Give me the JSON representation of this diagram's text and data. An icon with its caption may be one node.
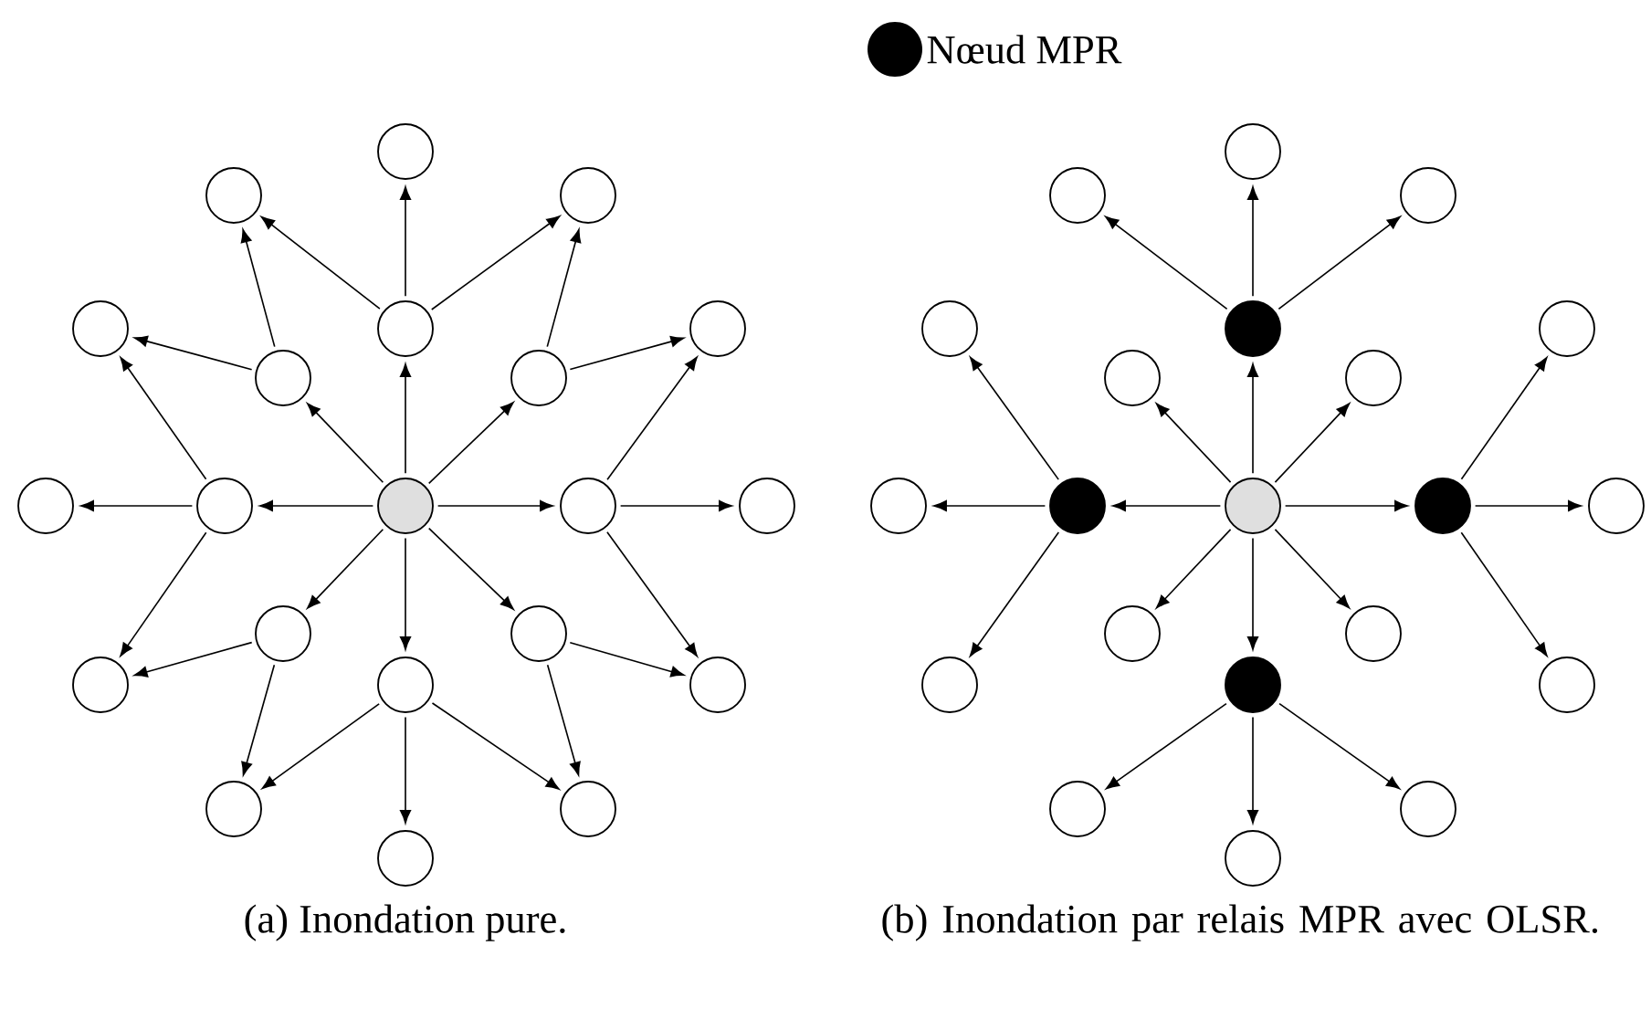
{
  "diagram": {
    "nodes": [
      {
        "text": [],
        "shape": "circle"
      },
      {
        "text": [],
        "shape": "circle"
      },
      {
        "text": [],
        "shape": "circle"
      },
      {
        "text": [],
        "shape": "circle"
      },
      {
        "text": [],
        "shape": "circle"
      },
      {
        "text": [],
        "shape": "circle"
      },
      {
        "text": [],
        "shape": "circle"
      },
      {
        "text": [],
        "shape": "circle"
      },
      {
        "text": [],
        "shape": "circle"
      },
      {
        "text": [],
        "shape": "circle"
      },
      {
        "text": [],
        "shape": "circle"
      },
      {
        "text": [],
        "shape": "circle"
      },
      {
        "text": [],
        "shape": "circle"
      },
      {
        "text": [],
        "shape": "circle"
      },
      {
        "text": [],
        "shape": "circle"
      },
      {
        "text": [],
        "shape": "circle"
      },
      {
        "text": [],
        "shape": "circle"
      },
      {
        "text": [],
        "shape": "circle"
      },
      {
        "text": [],
        "shape": "circle"
      },
      {
        "text": [],
        "shape": "circle"
      },
      {
        "text": [],
        "shape": "circle"
      },
      {
        "text": [],
        "shape": "circle"
      },
      {
        "text": [],
        "shape": "circle"
      },
      {
        "text": [],
        "shape": "circle"
      },
      {
        "text": [],
        "shape": "circle"
      },
      {
        "text": [],
        "shape": "circle"
      },
      {
        "text": [],
        "shape": "circle"
      },
      {
        "text": [],
        "shape": "circle"
      },
      {
        "text": [],
        "shape": "circle"
      },
      {
        "text": [],
        "shape": "circle"
      },
      {
        "text": [],
        "shape": "circle"
      },
      {
        "text": [],
        "shape": "circle"
      },
      {
        "text": [],
        "shape": "circle"
      },
      {
        "text": [],
        "shape": "circle"
      },
      {
        "text": [],
        "shape": "circle"
      },
      {
        "text": [],
        "shape": "circle"
      },
      {
        "text": [],
        "shape": "circle"
      },
      {
        "text": [],
        "shape": "circle"
      },
      {
        "text": [],
        "shape": "circle"
      },
      {
        "text": [],
        "shape": "circle"
      },
      {
        "text": [],
        "shape": "circle"
      },
      {
        "text": [],
        "shape": "circle"
      }
    ],
    "edges": [
      {
        "from": 10,
        "to": 4,
        "arrow": "to"
      },
      {
        "from": 10,
        "to": 7,
        "arrow": "to"
      },
      {
        "from": 10,
        "to": 11,
        "arrow": "to"
      },
      {
        "from": 10,
        "to": 14,
        "arrow": "to"
      },
      {
        "from": 10,
        "to": 16,
        "arrow": "to"
      },
      {
        "from": 10,
        "to": 13,
        "arrow": "to"
      },
      {
        "from": 10,
        "to": 9,
        "arrow": "to"
      },
      {
        "from": 10,
        "to": 6,
        "arrow": "to"
      },
      {
        "from": 4,
        "to": 0,
        "arrow": "to"
      },
      {
        "from": 4,
        "to": 1,
        "arrow": "to"
      },
      {
        "from": 4,
        "to": 2,
        "arrow": "to"
      },
      {
        "from": 6,
        "to": 1,
        "arrow": "to"
      },
      {
        "from": 6,
        "to": 3,
        "arrow": "to"
      },
      {
        "from": 9,
        "to": 8,
        "arrow": "to"
      },
      {
        "from": 9,
        "to": 3,
        "arrow": "to"
      },
      {
        "from": 9,
        "to": 15,
        "arrow": "to"
      },
      {
        "from": 13,
        "to": 15,
        "arrow": "to"
      },
      {
        "from": 13,
        "to": 18,
        "arrow": "to"
      },
      {
        "from": 16,
        "to": 20,
        "arrow": "to"
      },
      {
        "from": 16,
        "to": 18,
        "arrow": "to"
      },
      {
        "from": 16,
        "to": 19,
        "arrow": "to"
      },
      {
        "from": 14,
        "to": 19,
        "arrow": "to"
      },
      {
        "from": 14,
        "to": 17,
        "arrow": "to"
      },
      {
        "from": 11,
        "to": 12,
        "arrow": "to"
      },
      {
        "from": 11,
        "to": 5,
        "arrow": "to"
      },
      {
        "from": 11,
        "to": 17,
        "arrow": "to"
      },
      {
        "from": 7,
        "to": 2,
        "arrow": "to"
      },
      {
        "from": 7,
        "to": 5,
        "arrow": "to"
      },
      {
        "from": 31,
        "to": 25,
        "arrow": "to"
      },
      {
        "from": 31,
        "to": 28,
        "arrow": "to"
      },
      {
        "from": 31,
        "to": 32,
        "arrow": "to"
      },
      {
        "from": 31,
        "to": 35,
        "arrow": "to"
      },
      {
        "from": 31,
        "to": 37,
        "arrow": "to"
      },
      {
        "from": 31,
        "to": 34,
        "arrow": "to"
      },
      {
        "from": 31,
        "to": 30,
        "arrow": "to"
      },
      {
        "from": 31,
        "to": 27,
        "arrow": "to"
      },
      {
        "from": 25,
        "to": 21,
        "arrow": "to"
      },
      {
        "from": 25,
        "to": 22,
        "arrow": "to"
      },
      {
        "from": 25,
        "to": 23,
        "arrow": "to"
      },
      {
        "from": 30,
        "to": 29,
        "arrow": "to"
      },
      {
        "from": 30,
        "to": 24,
        "arrow": "to"
      },
      {
        "from": 30,
        "to": 36,
        "arrow": "to"
      },
      {
        "from": 32,
        "to": 33,
        "arrow": "to"
      },
      {
        "from": 32,
        "to": 26,
        "arrow": "to"
      },
      {
        "from": 32,
        "to": 38,
        "arrow": "to"
      },
      {
        "from": 37,
        "to": 41,
        "arrow": "to"
      },
      {
        "from": 37,
        "to": 39,
        "arrow": "to"
      },
      {
        "from": 37,
        "to": 40,
        "arrow": "to"
      }
    ],
    "labels": [
      "(a) Inondation pure.",
      "(b) Inondation par relais MPR avec OLSR."
    ],
    "legend": [
      {
        "text": "Nœud MPR",
        "color": "#000000"
      }
    ]
  }
}
